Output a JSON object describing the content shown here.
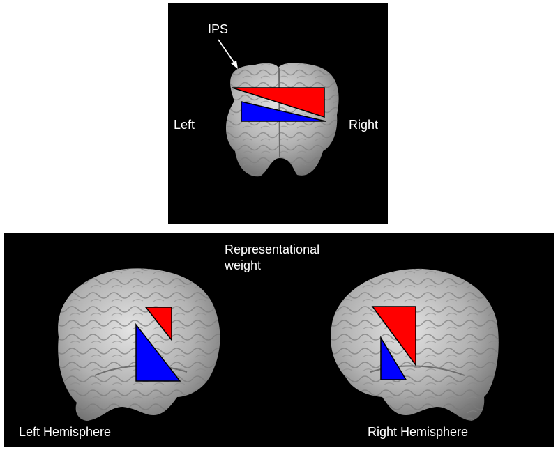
{
  "colors": {
    "background": "#000000",
    "brain": "#9c9c9c",
    "brain_light": "#cfcfcf",
    "red_triangle": "#ff0000",
    "blue_triangle": "#0000ff",
    "label_text": "#ffffff"
  },
  "top_view": {
    "ips_label": "IPS",
    "left_label": "Left",
    "right_label": "Right"
  },
  "side_views": {
    "center_label_line1": "Representational",
    "center_label_line2": "weight",
    "left_hemisphere_label": "Left Hemisphere",
    "right_hemisphere_label": "Right Hemisphere"
  },
  "icons": {
    "ips_pointer": "arrow-icon"
  }
}
